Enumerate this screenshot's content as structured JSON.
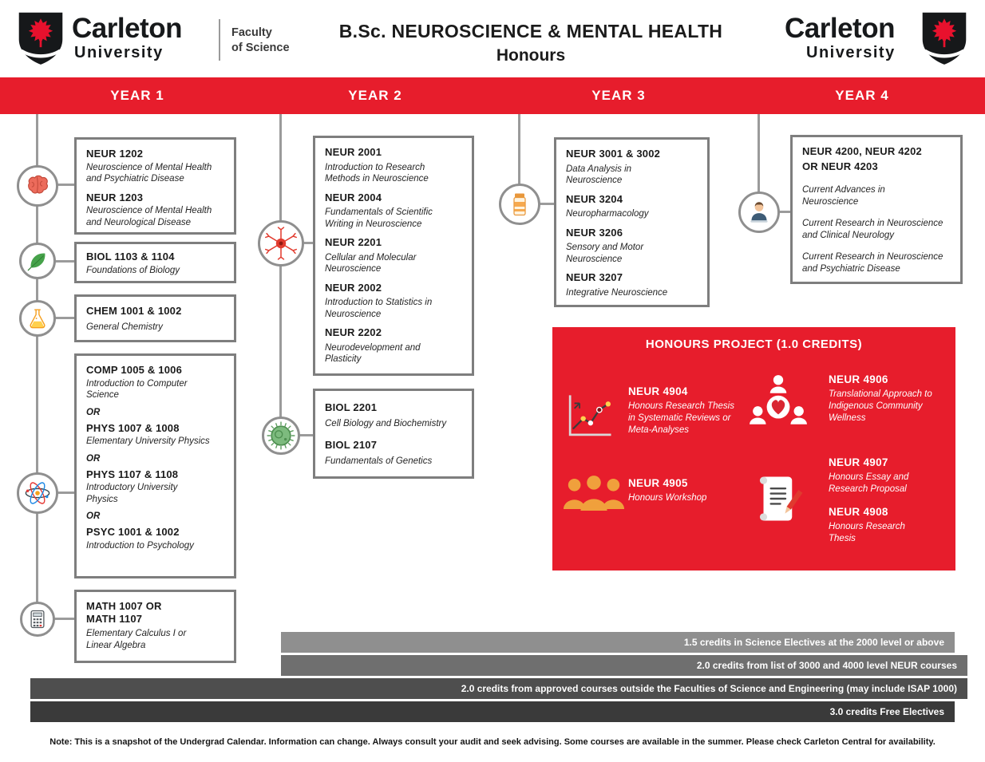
{
  "header": {
    "wordmark": "Carleton",
    "wordmark_sub": "University",
    "faculty_line1": "Faculty",
    "faculty_line2": "of Science",
    "title": "B.Sc. NEUROSCIENCE & MENTAL HEALTH",
    "subtitle": "Honours"
  },
  "banner": {
    "labels": [
      "YEAR 1",
      "YEAR 2",
      "YEAR 3",
      "YEAR 4"
    ]
  },
  "colors": {
    "brand_red": "#E71D2C",
    "box_border_gray": "#7E7E7E",
    "connector_gray": "#9B9B9B",
    "bar_grays": [
      "#8F8F8F",
      "#6F6F6F",
      "#4E4E4E",
      "#3A3A3A"
    ]
  },
  "icons": {
    "logo": "maple-leaf-shield-icon",
    "year1": [
      "brain-icon",
      "leaf-icon",
      "flask-icon",
      "atom-icon",
      "calculator-icon"
    ],
    "year2": [
      "neuron-icon",
      "cell-icon"
    ],
    "year3": [
      "pill-bottle-icon"
    ],
    "year4": [
      "advisor-icon"
    ],
    "honours": [
      "chart-icon",
      "community-wellness-icon",
      "people-group-icon",
      "scroll-pencil-icon"
    ]
  },
  "year1": {
    "neur_box": {
      "courses": [
        {
          "code": "NEUR 1202",
          "desc": "Neuroscience of Mental Health and Psychiatric Disease"
        },
        {
          "code": "NEUR 1203",
          "desc": "Neuroscience of Mental Health and Neurological Disease"
        }
      ]
    },
    "biol_box": {
      "code": "BIOL 1103 & 1104",
      "desc": "Foundations of Biology"
    },
    "chem_box": {
      "code": "CHEM 1001 & 1002",
      "desc": "General Chemistry"
    },
    "options_box": {
      "separator": "OR",
      "items": [
        {
          "code": "COMP 1005 & 1006",
          "desc": "Introduction to Computer Science"
        },
        {
          "code": "PHYS 1007 & 1008",
          "desc": "Elementary University Physics"
        },
        {
          "code": "PHYS 1107 & 1108",
          "desc": "Introductory University Physics"
        },
        {
          "code": "PSYC 1001 & 1002",
          "desc": "Introduction to Psychology"
        }
      ]
    },
    "math_box": {
      "code": "MATH 1007 OR MATH 1107",
      "desc": "Elementary Calculus I or Linear Algebra"
    }
  },
  "year2": {
    "neur_box": {
      "courses": [
        {
          "code": "NEUR 2001",
          "desc": "Introduction to Research Methods in Neuroscience"
        },
        {
          "code": "NEUR 2004",
          "desc": "Fundamentals of Scientific Writing in Neuroscience"
        },
        {
          "code": "NEUR 2201",
          "desc": "Cellular and Molecular Neuroscience"
        },
        {
          "code": "NEUR 2002",
          "desc": "Introduction to Statistics in Neuroscience"
        },
        {
          "code": "NEUR 2202",
          "desc": "Neurodevelopment and Plasticity"
        }
      ]
    },
    "biol_box": {
      "courses": [
        {
          "code": "BIOL 2201",
          "desc": "Cell Biology and Biochemistry"
        },
        {
          "code": "BIOL 2107",
          "desc": "Fundamentals of Genetics"
        }
      ]
    }
  },
  "year3": {
    "neur_box": {
      "courses": [
        {
          "code": "NEUR 3001 & 3002",
          "desc": "Data Analysis in Neuroscience"
        },
        {
          "code": "NEUR 3204",
          "desc": "Neuropharmacology"
        },
        {
          "code": "NEUR 3206",
          "desc": "Sensory and Motor Neuroscience"
        },
        {
          "code": "NEUR 3207",
          "desc": "Integrative Neuroscience"
        }
      ]
    }
  },
  "year4": {
    "seminar_box": {
      "title_line1": "NEUR 4200, NEUR 4202",
      "title_line2": "OR NEUR 4203",
      "descs": [
        "Current Advances in Neuroscience",
        "Current Research in Neuroscience and Clinical Neurology",
        "Current Research in Neuroscience and Psychiatric Disease"
      ]
    }
  },
  "honours": {
    "title": "HONOURS PROJECT (1.0 CREDITS)",
    "items": [
      {
        "code": "NEUR 4904",
        "desc": "Honours Research Thesis in Systematic Reviews or Meta-Analyses"
      },
      {
        "code": "NEUR 4906",
        "desc": "Translational Approach to Indigenous Community Wellness"
      },
      {
        "code": "NEUR 4905",
        "desc": "Honours Workshop"
      },
      {
        "code": "NEUR 4907",
        "desc": "Honours Essay and Research Proposal"
      },
      {
        "code": "NEUR 4908",
        "desc": "Honours Research Thesis"
      }
    ]
  },
  "bars": [
    {
      "text": "1.5 credits in Science Electives at the 2000 level or above"
    },
    {
      "text": "2.0 credits from list of 3000 and 4000 level NEUR courses"
    },
    {
      "text": "2.0 credits from approved courses outside the Faculties of Science and Engineering (may include ISAP 1000)"
    },
    {
      "text": "3.0 credits Free Electives"
    }
  ],
  "note": "Note: This is a snapshot of the Undergrad Calendar. Information can change. Always consult your audit and seek advising. Some courses are available in the summer. Please check Carleton Central for availability."
}
